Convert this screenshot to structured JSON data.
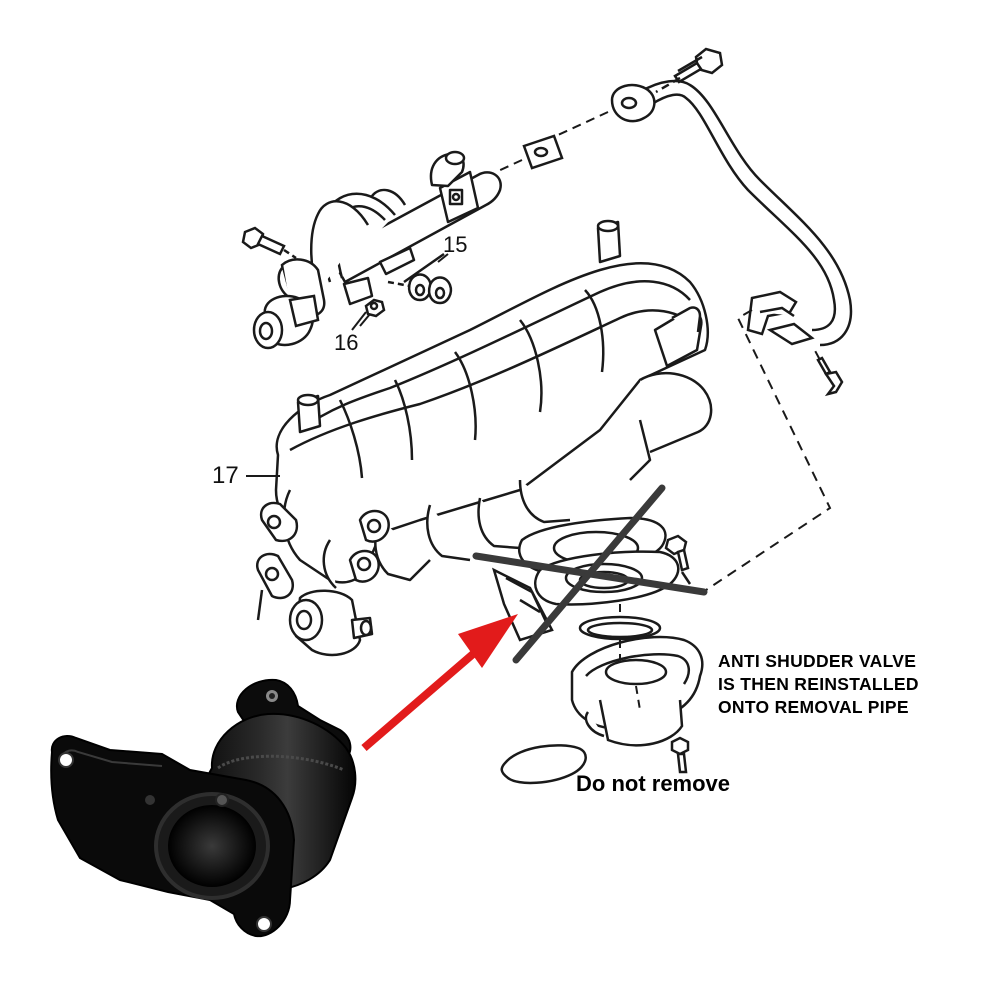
{
  "callouts": {
    "part_15": "15",
    "part_16": "16",
    "part_17": "17"
  },
  "note": {
    "line1": "ANTI SHUDDER VALVE",
    "line2": "IS THEN REINSTALLED",
    "line3": "ONTO REMOVAL PIPE"
  },
  "warning": "Do not remove",
  "colors": {
    "line_art": "#1a1a1a",
    "arrow": "#e21b1b",
    "cross": "#3a3a3a",
    "part": "#0c0c0c"
  },
  "icons": {
    "arrow": "red-arrow-icon",
    "cross": "x-mark-icon"
  }
}
